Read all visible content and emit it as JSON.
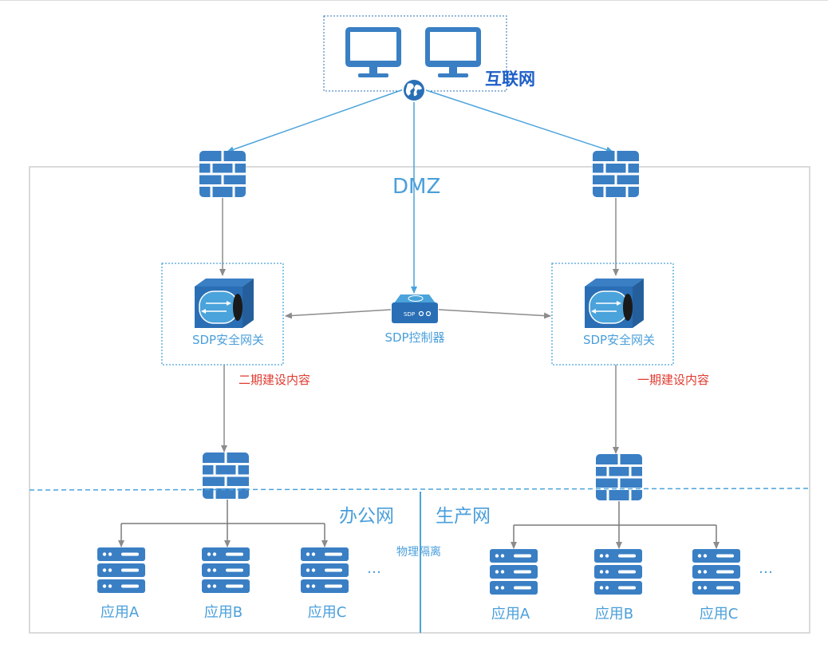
{
  "labels": {
    "internet": "互联网",
    "dmz": "DMZ",
    "gateway_left": "SDP安全网关",
    "gateway_right": "SDP安全网关",
    "controller": "SDP控制器",
    "controller_badge": "SDP",
    "phase_left": "二期建设内容",
    "phase_right": "一期建设内容",
    "zone_office": "办公网",
    "zone_production": "生产网",
    "isolation": "物理隔离",
    "ellipsis": "…"
  },
  "office_apps": [
    "应用A",
    "应用B",
    "应用C"
  ],
  "production_apps": [
    "应用A",
    "应用B",
    "应用C"
  ],
  "colors": {
    "primary": "#3a7fc4",
    "icon_dark": "#2a6fb5",
    "text_blue": "#4a9fdb",
    "internet_text": "#1d5fc8",
    "arrow_blue": "#4aa3db",
    "arrow_gray": "#8c8c8c",
    "phase_red": "#e03a2f",
    "border_gray": "#cfcfcf"
  }
}
